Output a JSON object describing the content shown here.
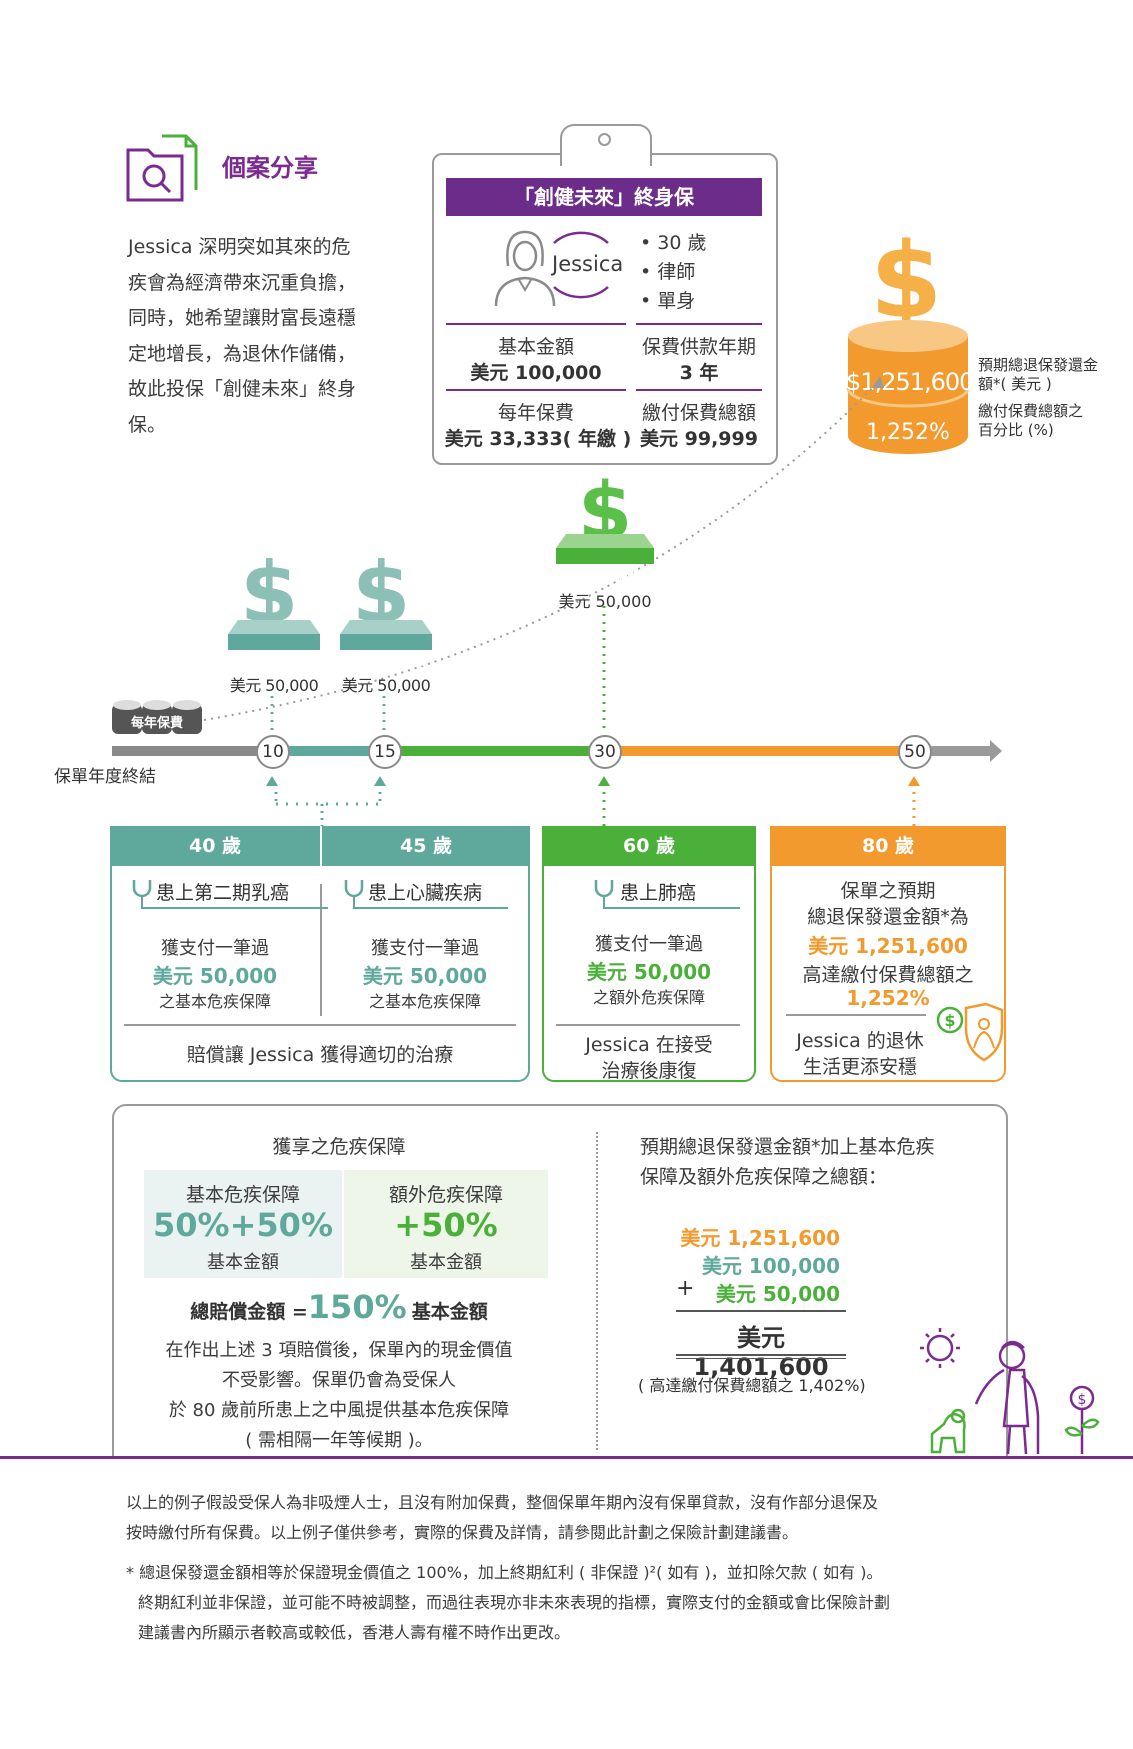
{
  "case": {
    "title": "個案分享",
    "text": "Jessica 深明突如其來的危疾會為經濟帶來沉重負擔，同時，她希望讓財富長遠穩定地增長，為退休作儲備，故此投保「創健未來」終身保。"
  },
  "plan": {
    "name": "「創健未來」終身保",
    "person": "Jessica",
    "traits": [
      "30 歲",
      "律師",
      "單身"
    ],
    "sum_insured_label": "基本金額",
    "sum_insured_value": "美元 100,000",
    "payment_term_label": "保費供款年期",
    "payment_term_value": "3 年",
    "annual_premium_label": "每年保費",
    "annual_premium_value": "美元 33,333( 年繳 )",
    "total_premium_label": "繳付保費總額",
    "total_premium_value": "美元 99,999"
  },
  "coin": {
    "amount": "$1,251,600",
    "percent": "1,252%",
    "label_amount": "預期總退保發還金額*( 美元 )",
    "label_percent": "繳付保費總額之百分比 (%)"
  },
  "payouts": {
    "basic_label": "基本危疾保障",
    "basic_value": "美元 50,000",
    "extra_label": "額外危疾保障",
    "extra_value": "美元 50,000",
    "premium_label": "每年保費"
  },
  "timeline": {
    "axis_label": "保單年度終結",
    "nodes": [
      "10",
      "15",
      "30",
      "50"
    ]
  },
  "boxes": {
    "age40": "40 歲",
    "age45": "45 歲",
    "age60": "60 歲",
    "age80": "80 歲",
    "ill40": "患上第二期乳癌",
    "ill45": "患上心臟疾病",
    "ill60": "患上肺癌",
    "pay_line1": "獲支付一筆過",
    "pay_amount": "美元 50,000",
    "pay_basic": "之基本危疾保障",
    "pay_extra": "之額外危疾保障",
    "teal_footer": "賠償讓 Jessica 獲得適切的治療",
    "green_footer1": "Jessica 在接受",
    "green_footer2": "治療後康復",
    "orange_l1": "保單之預期",
    "orange_l2": "總退保發還金額*為",
    "orange_amount": "美元 1,251,600",
    "orange_l3": "高達繳付保費總額之",
    "orange_percent": "1,252%",
    "orange_footer1": "Jessica 的退休",
    "orange_footer2": "生活更添安穩"
  },
  "summary": {
    "left_title": "獲享之危疾保障",
    "basic_label": "基本危疾保障",
    "basic_value": "50%+50%",
    "basic_unit": "基本金額",
    "extra_label": "額外危疾保障",
    "extra_value": "+50%",
    "extra_unit": "基本金額",
    "total_prefix": "總賠償金額 =",
    "total_value": "150%",
    "total_suffix": "基本金額",
    "note1": "在作出上述 3 項賠償後，保單內的現金價值",
    "note2": "不受影響。保單仍會為受保人",
    "note3": "於 80 歲前所患上之中風提供基本危疾保障",
    "note4": "( 需相隔一年等候期 )。",
    "right_title1": "預期總退保發還金額*加上基本危疾",
    "right_title2": "保障及額外危疾保障之總額：",
    "line1": "美元 1,251,600",
    "line2": "美元 100,000",
    "plus": "+",
    "line3": "美元 50,000",
    "total": "美元 1,401,600",
    "total_note": "( 高達繳付保費總額之 1,402%)"
  },
  "footnotes": {
    "p1a": "以上的例子假設受保人為非吸煙人士，且沒有附加保費，整個保單年期內沒有保單貸款，沒有作部分退保及",
    "p1b": "按時繳付所有保費。以上例子僅供參考，實際的保費及詳情，請參閱此計劃之保險計劃建議書。",
    "p2a": "* 總退保發還金額相等於保證現金價值之 100%，加上終期紅利 ( 非保證 )²( 如有 )，並扣除欠款 ( 如有 )。",
    "p2b": "終期紅利並非保證，並可能不時被調整，而過往表現亦非未來表現的指標，實際支付的金額或會比保險計劃",
    "p2c": "建議書內所顯示者較高或較低，香港人壽有權不時作出更改。"
  },
  "colors": {
    "purple": "#7b2b8f",
    "teal": "#5fa89c",
    "green": "#4bb03a",
    "orange": "#f29a2e",
    "grey": "#8a8a8a"
  }
}
